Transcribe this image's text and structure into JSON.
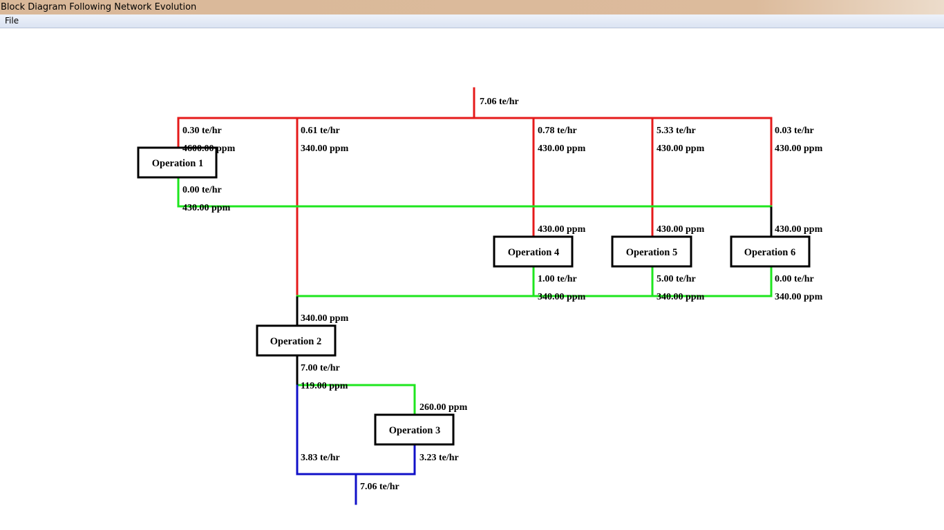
{
  "window": {
    "title": "Block Diagram Following Network Evolution"
  },
  "menu": {
    "file": "File"
  },
  "colors": {
    "freshwater": "#e51a1a",
    "reuse": "#1ee61e",
    "wastewater": "#1010c8",
    "internal": "#000000"
  },
  "operations": [
    "Operation 1",
    "Operation 2",
    "Operation 3",
    "Operation 4",
    "Operation 5",
    "Operation 6"
  ],
  "labels": {
    "fresh_total": "7.06 te/hr",
    "op1_in_flow": "0.30 te/hr",
    "op1_in_conc": "4600.00 ppm",
    "op2_fresh_flow": "0.61 te/hr",
    "op2_fresh_conc": "340.00 ppm",
    "op4_in_flow": "0.78 te/hr",
    "op4_in_conc": "430.00 ppm",
    "op5_in_flow": "5.33 te/hr",
    "op5_in_conc": "430.00 ppm",
    "op6_in_flow": "0.03 te/hr",
    "op6_in_conc": "430.00 ppm",
    "op1_out_flow": "0.00 te/hr",
    "op1_out_conc": "430.00 ppm",
    "op4_top_conc": "430.00 ppm",
    "op5_top_conc": "430.00 ppm",
    "op6_top_conc": "430.00 ppm",
    "op4_out_flow": "1.00 te/hr",
    "op4_out_conc": "340.00 ppm",
    "op5_out_flow": "5.00 te/hr",
    "op5_out_conc": "340.00 ppm",
    "op6_out_flow": "0.00 te/hr",
    "op6_out_conc": "340.00 ppm",
    "op2_in_conc": "340.00 ppm",
    "op2_out_flow": "7.00 te/hr",
    "op2_out_conc": "119.00 ppm",
    "op3_in_conc": "260.00 ppm",
    "waste_left": "3.83 te/hr",
    "waste_right": "3.23 te/hr",
    "waste_total": "7.06 te/hr"
  }
}
